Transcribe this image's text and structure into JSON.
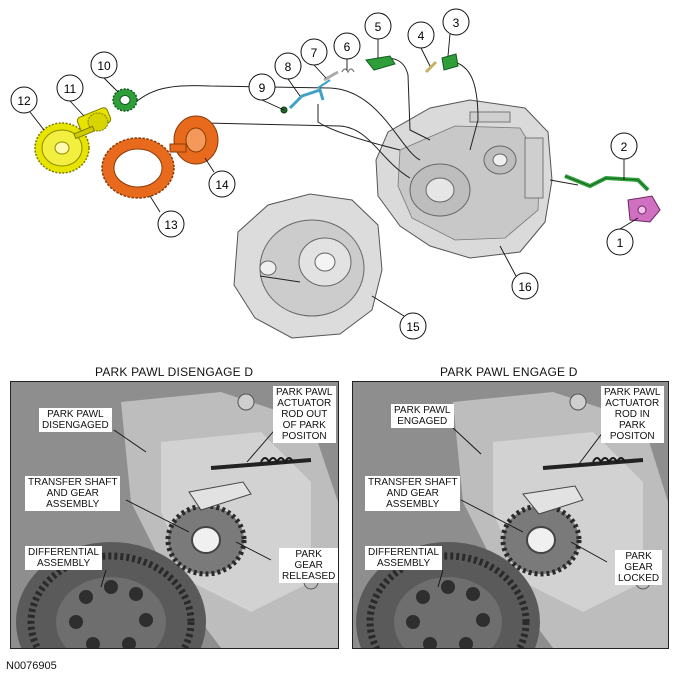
{
  "callouts": [
    {
      "n": "1"
    },
    {
      "n": "2"
    },
    {
      "n": "3"
    },
    {
      "n": "4"
    },
    {
      "n": "5"
    },
    {
      "n": "6"
    },
    {
      "n": "7"
    },
    {
      "n": "8"
    },
    {
      "n": "9"
    },
    {
      "n": "10"
    },
    {
      "n": "11"
    },
    {
      "n": "12"
    },
    {
      "n": "13"
    },
    {
      "n": "14"
    },
    {
      "n": "15"
    },
    {
      "n": "16"
    }
  ],
  "panels": [
    {
      "title": "PARK PAWL DISENGAGE D",
      "labels": {
        "pawl": "PARK PAWL\nDISENGAGED",
        "actuator": "PARK PAWL\nACTUATOR\nROD OUT\nOF PARK\nPOSITON",
        "transfer": "TRANSFER SHAFT\nAND GEAR\nASSEMBLY",
        "differential": "DIFFERENTIAL\nASSEMBLY",
        "gear": "PARK\nGEAR\nRELEASED"
      }
    },
    {
      "title": "PARK PAWL  ENGAGE D",
      "labels": {
        "pawl": "PARK PAWL\nENGAGED",
        "actuator": "PARK PAWL\nACTUATOR\nROD IN\nPARK\nPOSITON",
        "transfer": "TRANSFER SHAFT\nAND GEAR\nASSEMBLY",
        "differential": "DIFFERENTIAL\nASSEMBLY",
        "gear": "PARK\nGEAR\nLOCKED"
      }
    }
  ],
  "figure_id": "N0076905",
  "colors": {
    "gear_yellow": "#e8e400",
    "gear_orange": "#e86a1c",
    "part_green": "#2e9e3a",
    "actuator_pink": "#d070c0",
    "case_gray": "#d9d9d9",
    "photo_gray": "#9a9a9a"
  }
}
